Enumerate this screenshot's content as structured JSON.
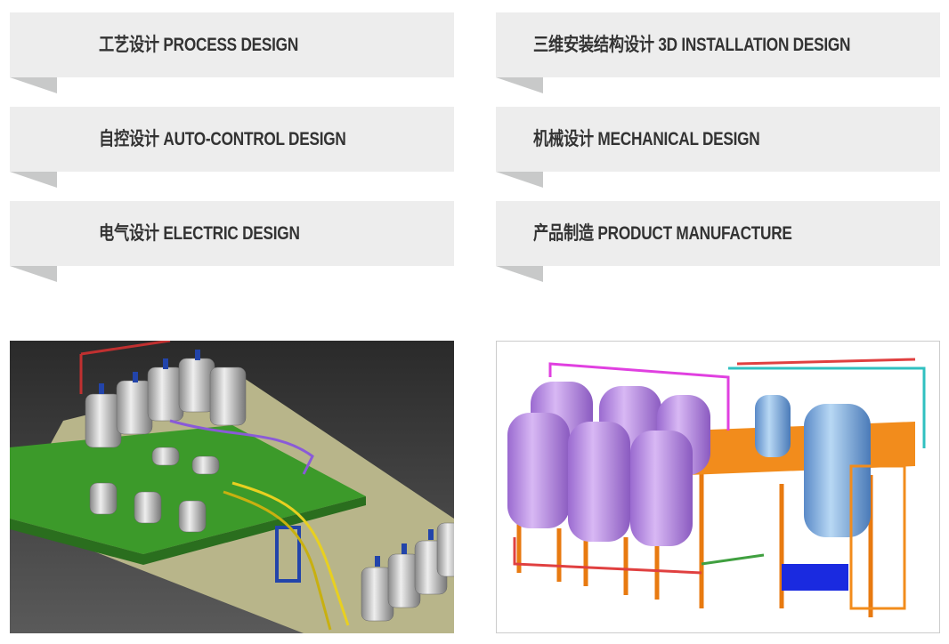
{
  "services": [
    {
      "label": "工艺设计 PROCESS DESIGN"
    },
    {
      "label": "三维安装结构设计 3D INSTALLATION DESIGN"
    },
    {
      "label": "自控设计 AUTO-CONTROL DESIGN"
    },
    {
      "label": "机械设计 MECHANICAL DESIGN"
    },
    {
      "label": "电气设计 ELECTRIC DESIGN"
    },
    {
      "label": "产品制造 PRODUCT MANUFACTURE"
    }
  ],
  "colors": {
    "banner": "#ededed",
    "fold": "#c8c9c9",
    "text": "#333333"
  }
}
